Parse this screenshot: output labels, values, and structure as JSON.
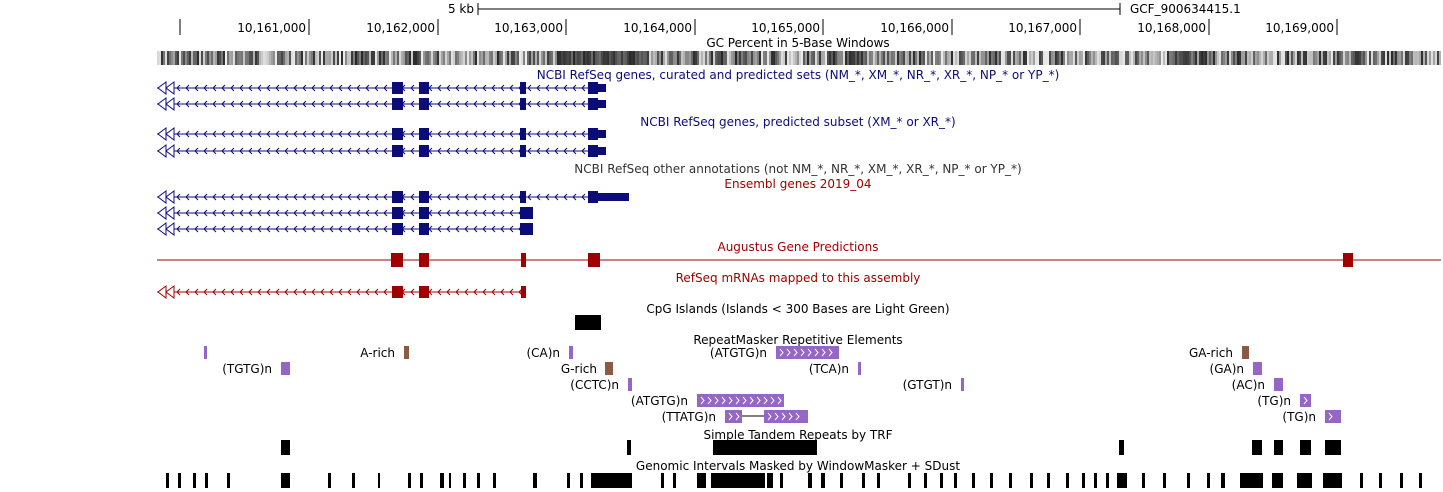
{
  "colors": {
    "navy": "#0c0c78",
    "ensembl": "#a10000",
    "repeat_purple": "#9666c6",
    "repeat_brown": "#8b5a44",
    "black": "#000000",
    "text": "#000000"
  },
  "ruler": {
    "scale_label": "5 kb",
    "assembly_label": "GCF_900634415.1",
    "ticks": [
      "10,161,000",
      "10,162,000",
      "10,163,000",
      "10,164,000",
      "10,165,000",
      "10,166,000",
      "10,167,000",
      "10,168,000",
      "10,169,000"
    ]
  },
  "tracks": {
    "gc": {
      "title": "GC Percent in 5-Base Windows"
    },
    "refseq_all": {
      "title": "NCBI RefSeq genes, curated and predicted sets (NM_*, XM_*, NR_*, XR_*, NP_* or YP_*)"
    },
    "refseq_pred": {
      "title": "NCBI RefSeq genes, predicted subset (XM_* or XR_*)"
    },
    "refseq_other": {
      "title": "NCBI RefSeq other annotations (not NM_*, NR_*, XM_*, XR_*, NP_* or YP_*)"
    },
    "ensembl": {
      "title": "Ensembl genes 2019_04"
    },
    "augustus": {
      "title": "Augustus Gene Predictions"
    },
    "mrna": {
      "title": "RefSeq mRNAs mapped to this assembly"
    },
    "cpg": {
      "title": "CpG Islands (Islands < 300 Bases are Light Green)"
    },
    "repeatmasker": {
      "title": "RepeatMasker Repetitive Elements",
      "labels": [
        "A-rich",
        "(CA)n",
        "(ATGTG)n",
        "GA-rich",
        "(TGTG)n",
        "G-rich",
        "(TCA)n",
        "(GA)n",
        "(CCTC)n",
        "(GTGT)n",
        "(AC)n",
        "(ATGTG)n",
        "(TG)n",
        "(TTATG)n",
        "(TG)n"
      ]
    },
    "trf": {
      "title": "Simple Tandem Repeats by TRF"
    },
    "windowmasker": {
      "title": "Genomic Intervals Masked by WindowMasker + SDust"
    }
  }
}
